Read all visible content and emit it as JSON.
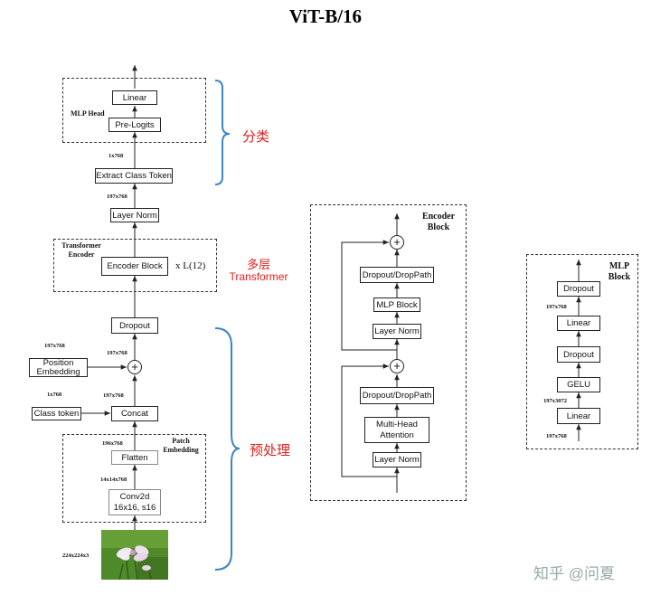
{
  "title": "ViT-B/16",
  "main": {
    "boxes": {
      "linear": "Linear",
      "pre_logits": "Pre-Logits",
      "extract_class_token": "Extract Class Token",
      "layer_norm": "Layer Norm",
      "encoder_block": "Encoder Block",
      "dropout": "Dropout",
      "position_embedding": "Position\nEmbedding",
      "class_token": "Class token",
      "concat": "Concat",
      "flatten": "Flatten",
      "conv2d": "Conv2d\n16x16, s16"
    },
    "group_labels": {
      "mlp_head": "MLP Head",
      "transformer_encoder": "Transformer\nEncoder",
      "patch_embedding": "Patch\nEmbedding"
    },
    "repeat": "x L(12)",
    "dims": {
      "d_1x768_top": "1x768",
      "d_197x768_a": "197x768",
      "d_197x768_posembed": "197x768",
      "d_197x768_add": "197x768",
      "d_1x768_cls": "1x768",
      "d_197x768_concat": "197x768",
      "d_196x768": "196x768",
      "d_14x14x768": "14x14x768",
      "d_224x224x3": "224x224x3"
    },
    "annotations": {
      "classify": "分类",
      "multilayer_line1": "多层",
      "multilayer_line2": "Transformer",
      "preprocess": "预处理"
    }
  },
  "encoder_block": {
    "title": "Encoder\nBlock",
    "boxes": {
      "dropout_top": "Dropout/DropPath",
      "mlp_block": "MLP Block",
      "layer_norm_top": "Layer Norm",
      "dropout_bottom": "Dropout/DropPath",
      "mha": "Multi-Head\nAttention",
      "layer_norm_bottom": "Layer Norm"
    },
    "plus": "+"
  },
  "mlp_block": {
    "title": "MLP\nBlock",
    "boxes": {
      "dropout_top": "Dropout",
      "linear_top": "Linear",
      "dropout_mid": "Dropout",
      "gelu": "GELU",
      "linear_bottom": "Linear"
    },
    "dims": {
      "d_197x768_out": "197x768",
      "d_197x3072": "197x3072",
      "d_197x768_in": "197x768"
    }
  },
  "watermark": "知乎 @问夏",
  "colors": {
    "bracket": "#3a86c8",
    "annotation": "#e02020",
    "line": "#222222"
  }
}
